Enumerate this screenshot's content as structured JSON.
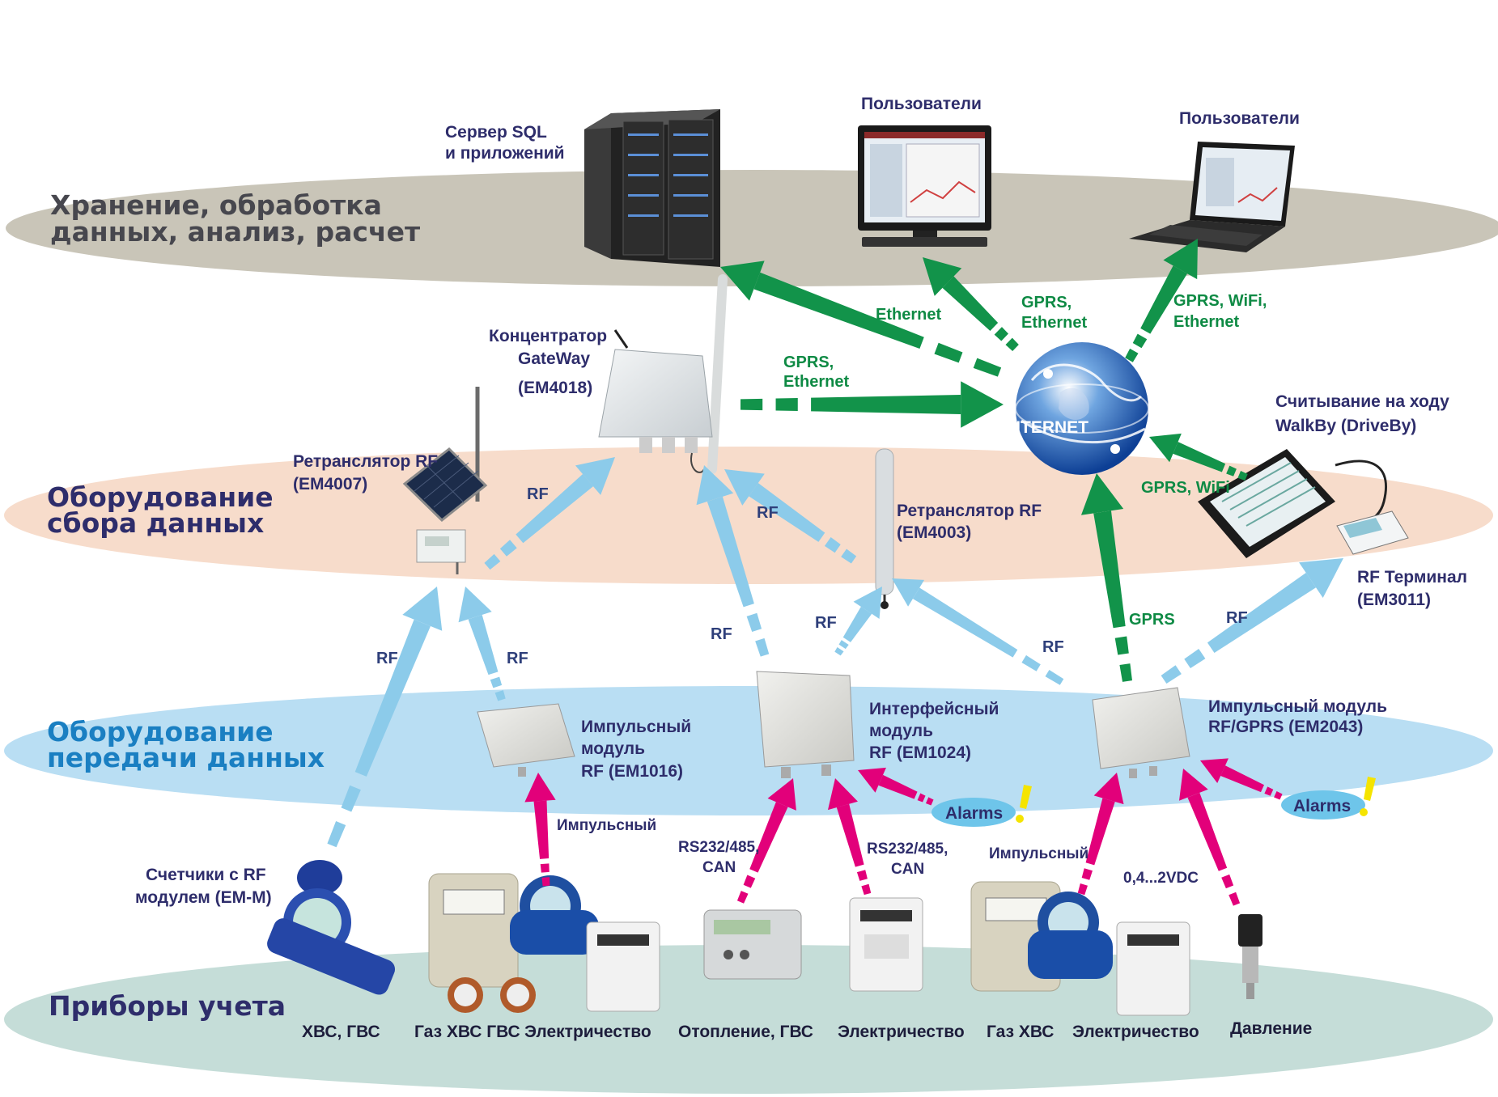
{
  "layers": {
    "storage": "Хранение, обработка данных, анализ, расчет",
    "storage_line1": "Хранение, обработка",
    "storage_line2": "данных, анализ, расчет",
    "collection_line1": "Оборудование",
    "collection_line2": "сбора данных",
    "transmission_line1": "Оборудование",
    "transmission_line2": "передачи данных",
    "metering": "Приборы учета"
  },
  "devices": {
    "server_line1": "Сервер SQL",
    "server_line2": "и приложений",
    "users1": "Пользователи",
    "users2": "Пользователи",
    "concentrator_line1": "Концентратор",
    "concentrator_line2": "GateWay",
    "concentrator_line3": "(EM4018)",
    "internet": "INTERNET",
    "repeater1_line1": "Ретранслятор RF",
    "repeater1_line2": "(EM4007)",
    "repeater2_line1": "Ретранслятор RF",
    "repeater2_line2": "(EM4003)",
    "walkby_line1": "Считывание на ходу",
    "walkby_line2": "WalkBy (DriveBy)",
    "rfterm_line1": "RF Терминал",
    "rfterm_line2": "(EM3011)",
    "pulse1_line1": "Импульсный",
    "pulse1_line2": "модуль",
    "pulse1_line3": "RF (EM1016)",
    "iface_line1": "Интерфейсный",
    "iface_line2": "модуль",
    "iface_line3": "RF (EM1024)",
    "pulse2_line1": "Импульсный  модуль",
    "pulse2_line2": "RF/GPRS (EM2043)",
    "meters_rf_line1": "Счетчики с RF",
    "meters_rf_line2": "модулем (EM-M)",
    "alarms": "Alarms"
  },
  "links": {
    "ethernet": "Ethernet",
    "gprs_eth_line1": "GPRS,",
    "gprs_eth_line2": "Ethernet",
    "gprs_wifi_eth_line1": "GPRS, WiFi,",
    "gprs_wifi_eth_line2": "Ethernet",
    "gprs_eth2_line1": "GPRS,",
    "gprs_eth2_line2": "Ethernet",
    "gprs_wifi": "GPRS, WiFi",
    "gprs": "GPRS",
    "rf": "RF",
    "pulse_label": "Импульсный",
    "rs_line1": "RS232/485,",
    "rs_line2": "CAN",
    "voltage": "0,4...2VDC"
  },
  "meters": {
    "cold_hot": "ХВС, ГВС",
    "gas_cold_hot": "Газ ХВС ГВС",
    "electricity1": "Электричество",
    "heating": "Отопление, ГВС",
    "electricity2": "Электричество",
    "gas_cold": "Газ  ХВС",
    "electricity3": "Электричество",
    "pressure": "Давление"
  },
  "colors": {
    "storage_band": "#c9c5b8",
    "collection_band": "#f7dccb",
    "transmission_band": "#b9def3",
    "metering_band": "#c5ddd8",
    "green_arrow": "#12934a",
    "rf_arrow": "#8ccbea",
    "pink_arrow": "#e2007a",
    "dark_label": "#2e2d6b",
    "green_label": "#0e8a44",
    "rf_label": "#2e3f7a"
  }
}
